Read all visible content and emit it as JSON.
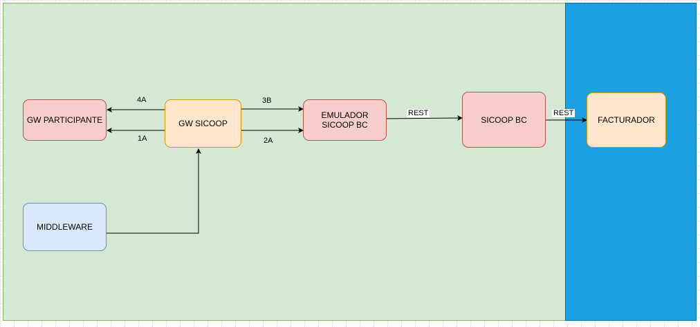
{
  "diagram": {
    "nodes": {
      "gw_participante": "GW PARTICIPANTE",
      "gw_sicoop": "GW SICOOP",
      "emulador": "EMULADOR\nSICOOP BC",
      "sicoop_bc": "SICOOP BC",
      "facturador": "FACTURADOR",
      "middleware": "MIDDLEWARE"
    },
    "edge_labels": {
      "e4a": "4A",
      "e1a": "1A",
      "e3b": "3B",
      "e2a": "2A",
      "rest1": "REST",
      "rest2": "REST"
    }
  },
  "colors": {
    "region_green": "#d5e8d4",
    "region_blue": "#1ba1e2",
    "node_red": "#f8cecc",
    "node_orange": "#ffe6cc",
    "node_blue": "#dae8fc"
  }
}
